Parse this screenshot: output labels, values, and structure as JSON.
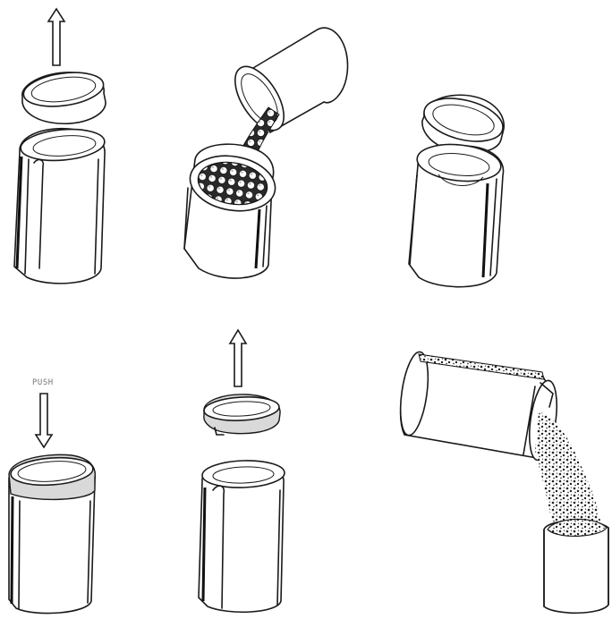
{
  "diagram": {
    "labels": {
      "push": "PUSH"
    },
    "colors": {
      "line": "#1a1a1a",
      "fill": "#ffffff",
      "label": "#777777"
    },
    "steps": [
      {
        "name": "step-1-remove-lid",
        "icon": "arrow-up-icon"
      },
      {
        "name": "step-2-pour-beads-in",
        "icon": "granules-icon"
      },
      {
        "name": "step-3-replace-lid",
        "icon": "lid-icon"
      },
      {
        "name": "step-4-push-lid-down",
        "icon": "arrow-down-icon"
      },
      {
        "name": "step-5-remove-lid",
        "icon": "arrow-up-icon"
      },
      {
        "name": "step-6-pour-granules-out",
        "icon": "granules-icon"
      }
    ]
  }
}
